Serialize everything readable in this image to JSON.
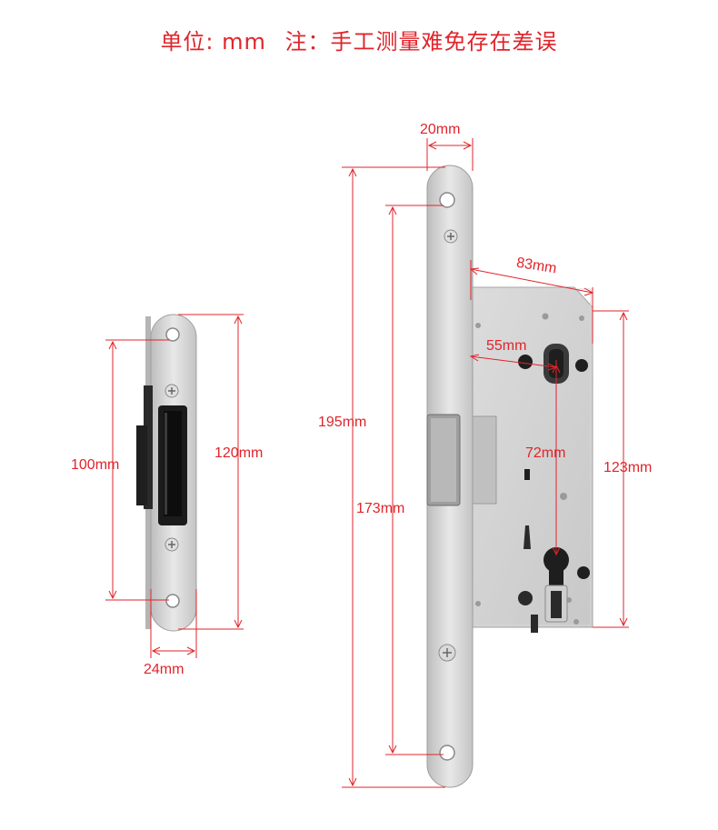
{
  "header": {
    "unit": "单位: mm",
    "note": "注：手工测量难免存在差误"
  },
  "colors": {
    "dimension": "#e0242b",
    "steel": "#d6d6d6",
    "steel_dark": "#a8a8a8",
    "black": "#1a1a1a"
  },
  "dimensions": {
    "strike_height_total": "120mm",
    "strike_hole_spacing": "100mm",
    "strike_width": "24mm",
    "faceplate_width": "20mm",
    "lock_total_height": "195mm",
    "lock_hole_spacing": "173mm",
    "lock_case_depth": "83mm",
    "backset": "55mm",
    "center_distance": "72mm",
    "case_height": "123mm"
  }
}
